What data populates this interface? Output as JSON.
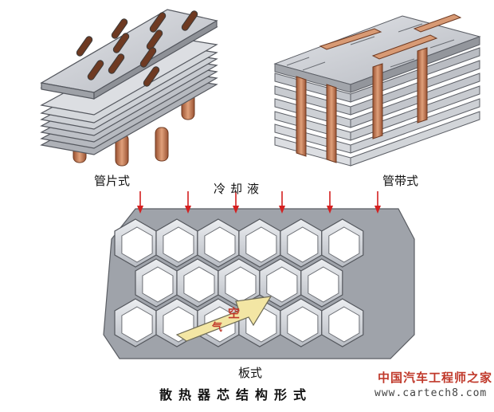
{
  "labels": {
    "tube_fin": "管片式",
    "tube_belt": "管带式",
    "coolant": "冷却液",
    "air_1": "空",
    "air_2": "气",
    "plate": "板式",
    "caption": "散热器芯结构形式"
  },
  "watermark": {
    "logo_text": "中国汽车工程师之家",
    "url": "www.cartech8.com"
  },
  "colors": {
    "fin": "#c9ccd3",
    "fin_edge": "#7d8088",
    "copper": "#c77a52",
    "arrow_red": "#d42020",
    "air_arrow": "#f5e8a8"
  }
}
